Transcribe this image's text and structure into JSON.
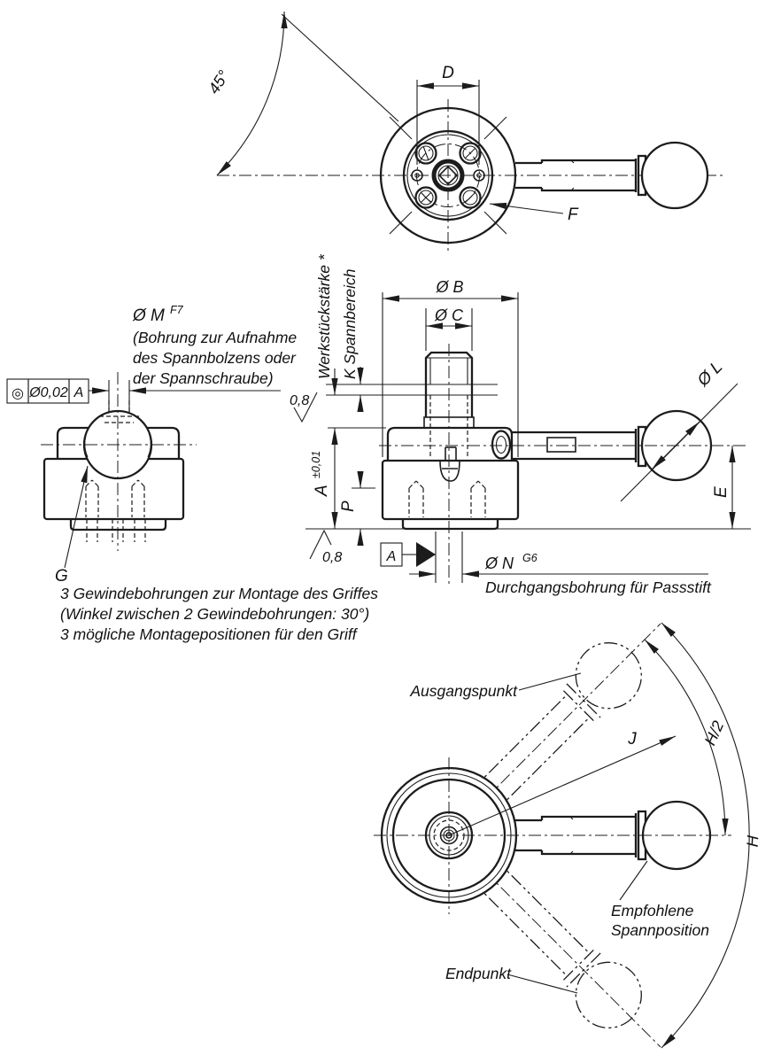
{
  "drawing": {
    "description": "technical-drawing-clamping-lever",
    "line_color": "#1c1c1c",
    "background": "#ffffff",
    "top_view": {
      "angle_label": "45°",
      "dim_d": "D",
      "label_f": "F"
    },
    "left_view": {
      "tolerance_frame": {
        "symbol": "◎",
        "value": "Ø0,02",
        "datum": "A"
      },
      "bore_label": "Ø M",
      "bore_tolerance": "F7",
      "bore_note_line1": "(Bohrung zur Aufnahme",
      "bore_note_line2": "des Spannbolzens oder",
      "bore_note_line3": "der Spannschraube)",
      "label_g": "G",
      "note_line1": "3 Gewindebohrungen zur Montage des Griffes",
      "note_line2": "(Winkel zwischen 2 Gewindebohrungen: 30°)",
      "note_line3": "3 mögliche Montagepositionen für den Griff"
    },
    "front_view": {
      "workpiece_label": "Werkstückstärke *",
      "clamp_range_label": "K Spannbereich",
      "dim_b": "Ø B",
      "dim_c": "Ø C",
      "roughness_top": "0,8",
      "roughness_bottom": "0,8",
      "dim_a": "A",
      "dim_a_tol": "±0,01",
      "dim_p": "P",
      "dim_e": "E",
      "dim_l": "Ø L",
      "dim_n": "Ø N",
      "dim_n_tol": "G6",
      "dim_n_note": "Durchgangsbohrung für Passstift",
      "datum_label": "A"
    },
    "bottom_view": {
      "start_label": "Ausgangspunkt",
      "dim_j": "J",
      "dim_h_half": "H/2",
      "dim_h": "H",
      "recommended_line1": "Empfohlene",
      "recommended_line2": "Spannposition",
      "end_label": "Endpunkt"
    }
  }
}
